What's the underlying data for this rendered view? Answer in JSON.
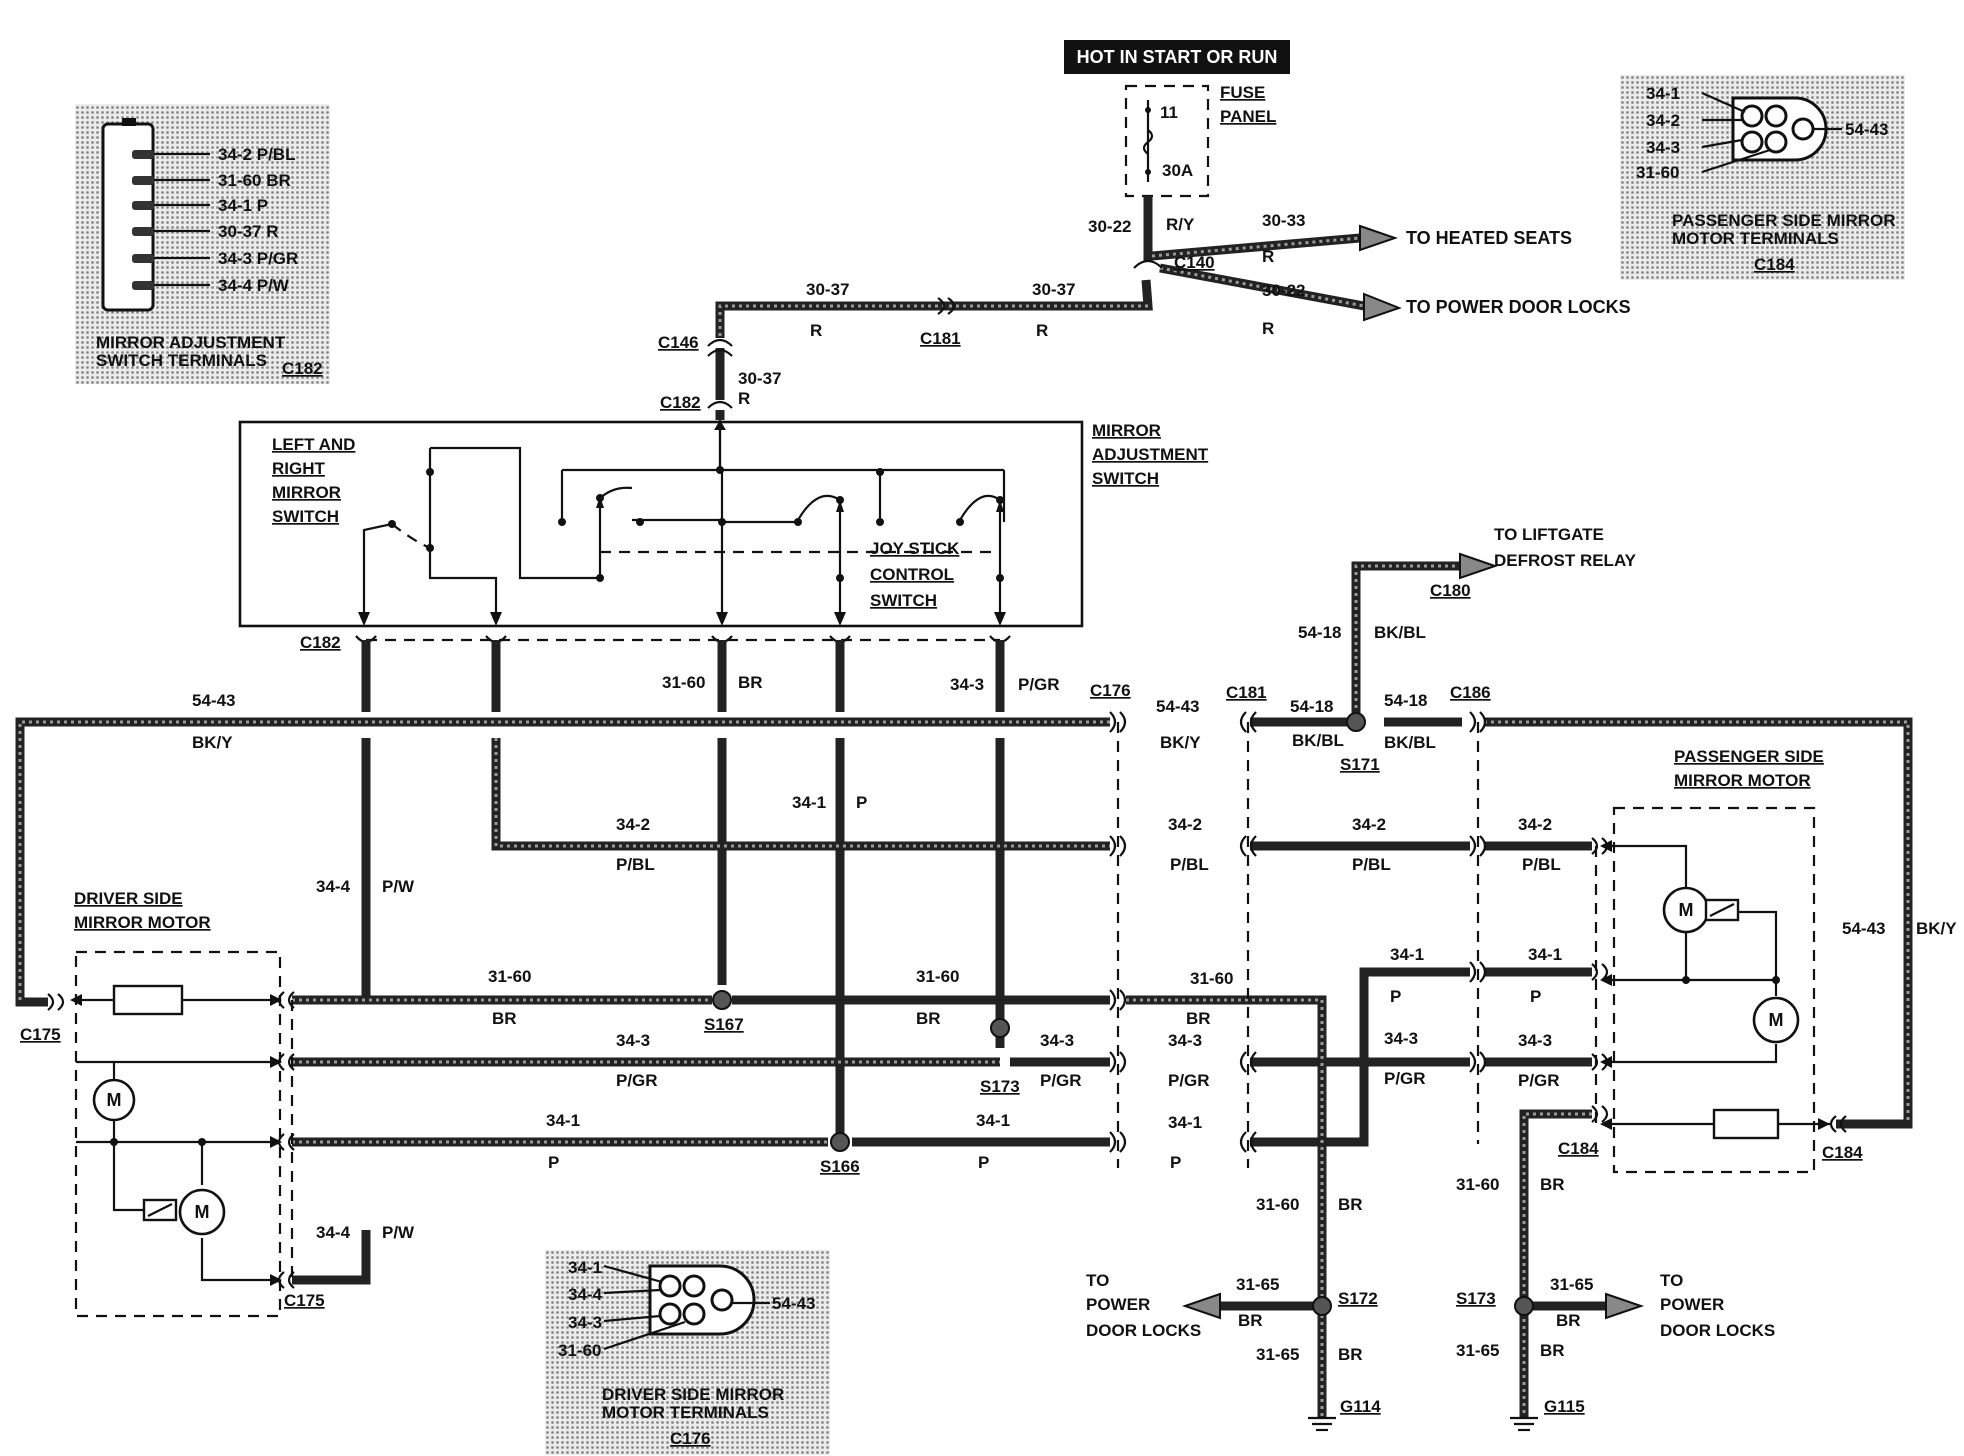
{
  "power": {
    "hot_label": "HOT IN START OR RUN",
    "fuse_panel": [
      "FUSE",
      "PANEL"
    ],
    "fuse_number": "11",
    "fuse_rating": "30A"
  },
  "connectors": {
    "c140": "C140",
    "c146": "C146",
    "c181_top": "C181",
    "c182_top": "C182",
    "c182_mid": "C182",
    "c176": "C176",
    "c181": "C181",
    "c186": "C186",
    "c180": "C180",
    "c175_left": "C175",
    "c175_bottom": "C175",
    "c184_mid": "C184",
    "c184_right": "C184"
  },
  "splices": {
    "s171": "S171",
    "s167": "S167",
    "s173_mid": "S173",
    "s166": "S166",
    "s172": "S172",
    "s173_bot": "S173"
  },
  "grounds": {
    "g114": "G114",
    "g115": "G115"
  },
  "destinations": {
    "heated_seats": "TO HEATED SEATS",
    "power_door_locks_top": "TO POWER DOOR LOCKS",
    "liftgate": [
      "TO LIFTGATE",
      "DEFROST RELAY"
    ],
    "door_locks_left": [
      "TO",
      "POWER",
      "DOOR LOCKS"
    ],
    "door_locks_right": [
      "TO",
      "POWER",
      "DOOR LOCKS"
    ]
  },
  "components": {
    "mirror_switch": [
      "MIRROR",
      "ADJUSTMENT",
      "SWITCH"
    ],
    "lr_switch": [
      "LEFT AND",
      "RIGHT",
      "MIRROR",
      "SWITCH"
    ],
    "joystick": [
      "JOY STICK",
      "CONTROL",
      "SWITCH"
    ],
    "driver_motor": [
      "DRIVER SIDE",
      "MIRROR MOTOR"
    ],
    "passenger_motor": [
      "PASSENGER SIDE",
      "MIRROR MOTOR"
    ],
    "motor_symbol": "M"
  },
  "wires": {
    "w3022_top": "30-22",
    "ry": "R/Y",
    "w3033": "30-33",
    "r_3033": "R",
    "w3022_right": "30-22",
    "r_3022": "R",
    "w3037_a": "30-37",
    "r_a": "R",
    "w3037_b": "30-37",
    "r_b": "R",
    "w3037_c": "30-37",
    "r_c": "R",
    "w5418_v": "54-18",
    "bkbl_v": "BK/BL",
    "w5443_l": "54-43",
    "bky_l": "BK/Y",
    "w5443_m": "54-43",
    "bky_m": "BK/Y",
    "w5418_a": "54-18",
    "bkbl_a": "BK/BL",
    "w5418_b": "54-18",
    "bkbl_b": "BK/BL",
    "w5443_r": "54-43",
    "bky_r": "BK/Y",
    "w3160_sw": "31-60",
    "br_sw": "BR",
    "w343_sw": "34-3",
    "pgr_sw": "P/GR",
    "w341_v": "34-1",
    "p_v": "P",
    "w342_a": "34-2",
    "pbl_a": "P/BL",
    "w342_b": "34-2",
    "pbl_b": "P/BL",
    "w342_c": "34-2",
    "pbl_c": "P/BL",
    "w342_d": "34-2",
    "pbl_d": "P/BL",
    "w344_top": "34-4",
    "pw_top": "P/W",
    "w344_bot": "34-4",
    "pw_bot": "P/W",
    "w3160_a": "31-60",
    "br_a": "BR",
    "w3160_b": "31-60",
    "br_b": "BR",
    "w3160_c": "31-60",
    "br_c": "BR",
    "w343_a": "34-3",
    "pgr_a": "P/GR",
    "w343_b": "34-3",
    "pgr_b": "P/GR",
    "w343_c": "34-3",
    "pgr_c": "P/GR",
    "w343_d": "34-3",
    "pgr_d": "P/GR",
    "w343_e": "34-3",
    "pgr_e": "P/GR",
    "w341_a": "34-1",
    "p_a": "P",
    "w341_b": "34-1",
    "p_b": "P",
    "w341_c": "34-1",
    "p_c": "P",
    "w341_d": "34-1",
    "p_d": "P",
    "w341_e": "34-1",
    "p_e": "P",
    "w3160_g1": "31-60",
    "br_g1": "BR",
    "w3165_l": "31-65",
    "br_l": "BR",
    "w3165_g1": "31-65",
    "br_g1b": "BR",
    "w3160_g2": "31-60",
    "br_g2": "BR",
    "w3165_r": "31-65",
    "br_r": "BR",
    "w3165_g2": "31-65",
    "br_g2b": "BR"
  },
  "insets": {
    "mirror_switch_terminals": {
      "pins": [
        "34-2 P/BL",
        "31-60 BR",
        "34-1 P",
        "30-37 R",
        "34-3 P/GR",
        "34-4 P/W"
      ],
      "caption": [
        "MIRROR ADJUSTMENT",
        "SWITCH TERMINALS"
      ],
      "connector": "C182"
    },
    "passenger_terminals": {
      "pins": [
        "34-1",
        "34-2",
        "34-3",
        "31-60"
      ],
      "right_pin": "54-43",
      "caption": [
        "PASSENGER SIDE MIRROR",
        "MOTOR TERMINALS"
      ],
      "connector": "C184"
    },
    "driver_terminals": {
      "pins": [
        "34-1",
        "34-4",
        "34-3",
        "31-60"
      ],
      "right_pin": "54-43",
      "caption": [
        "DRIVER SIDE MIRROR",
        "MOTOR TERMINALS"
      ],
      "connector": "C176"
    }
  }
}
